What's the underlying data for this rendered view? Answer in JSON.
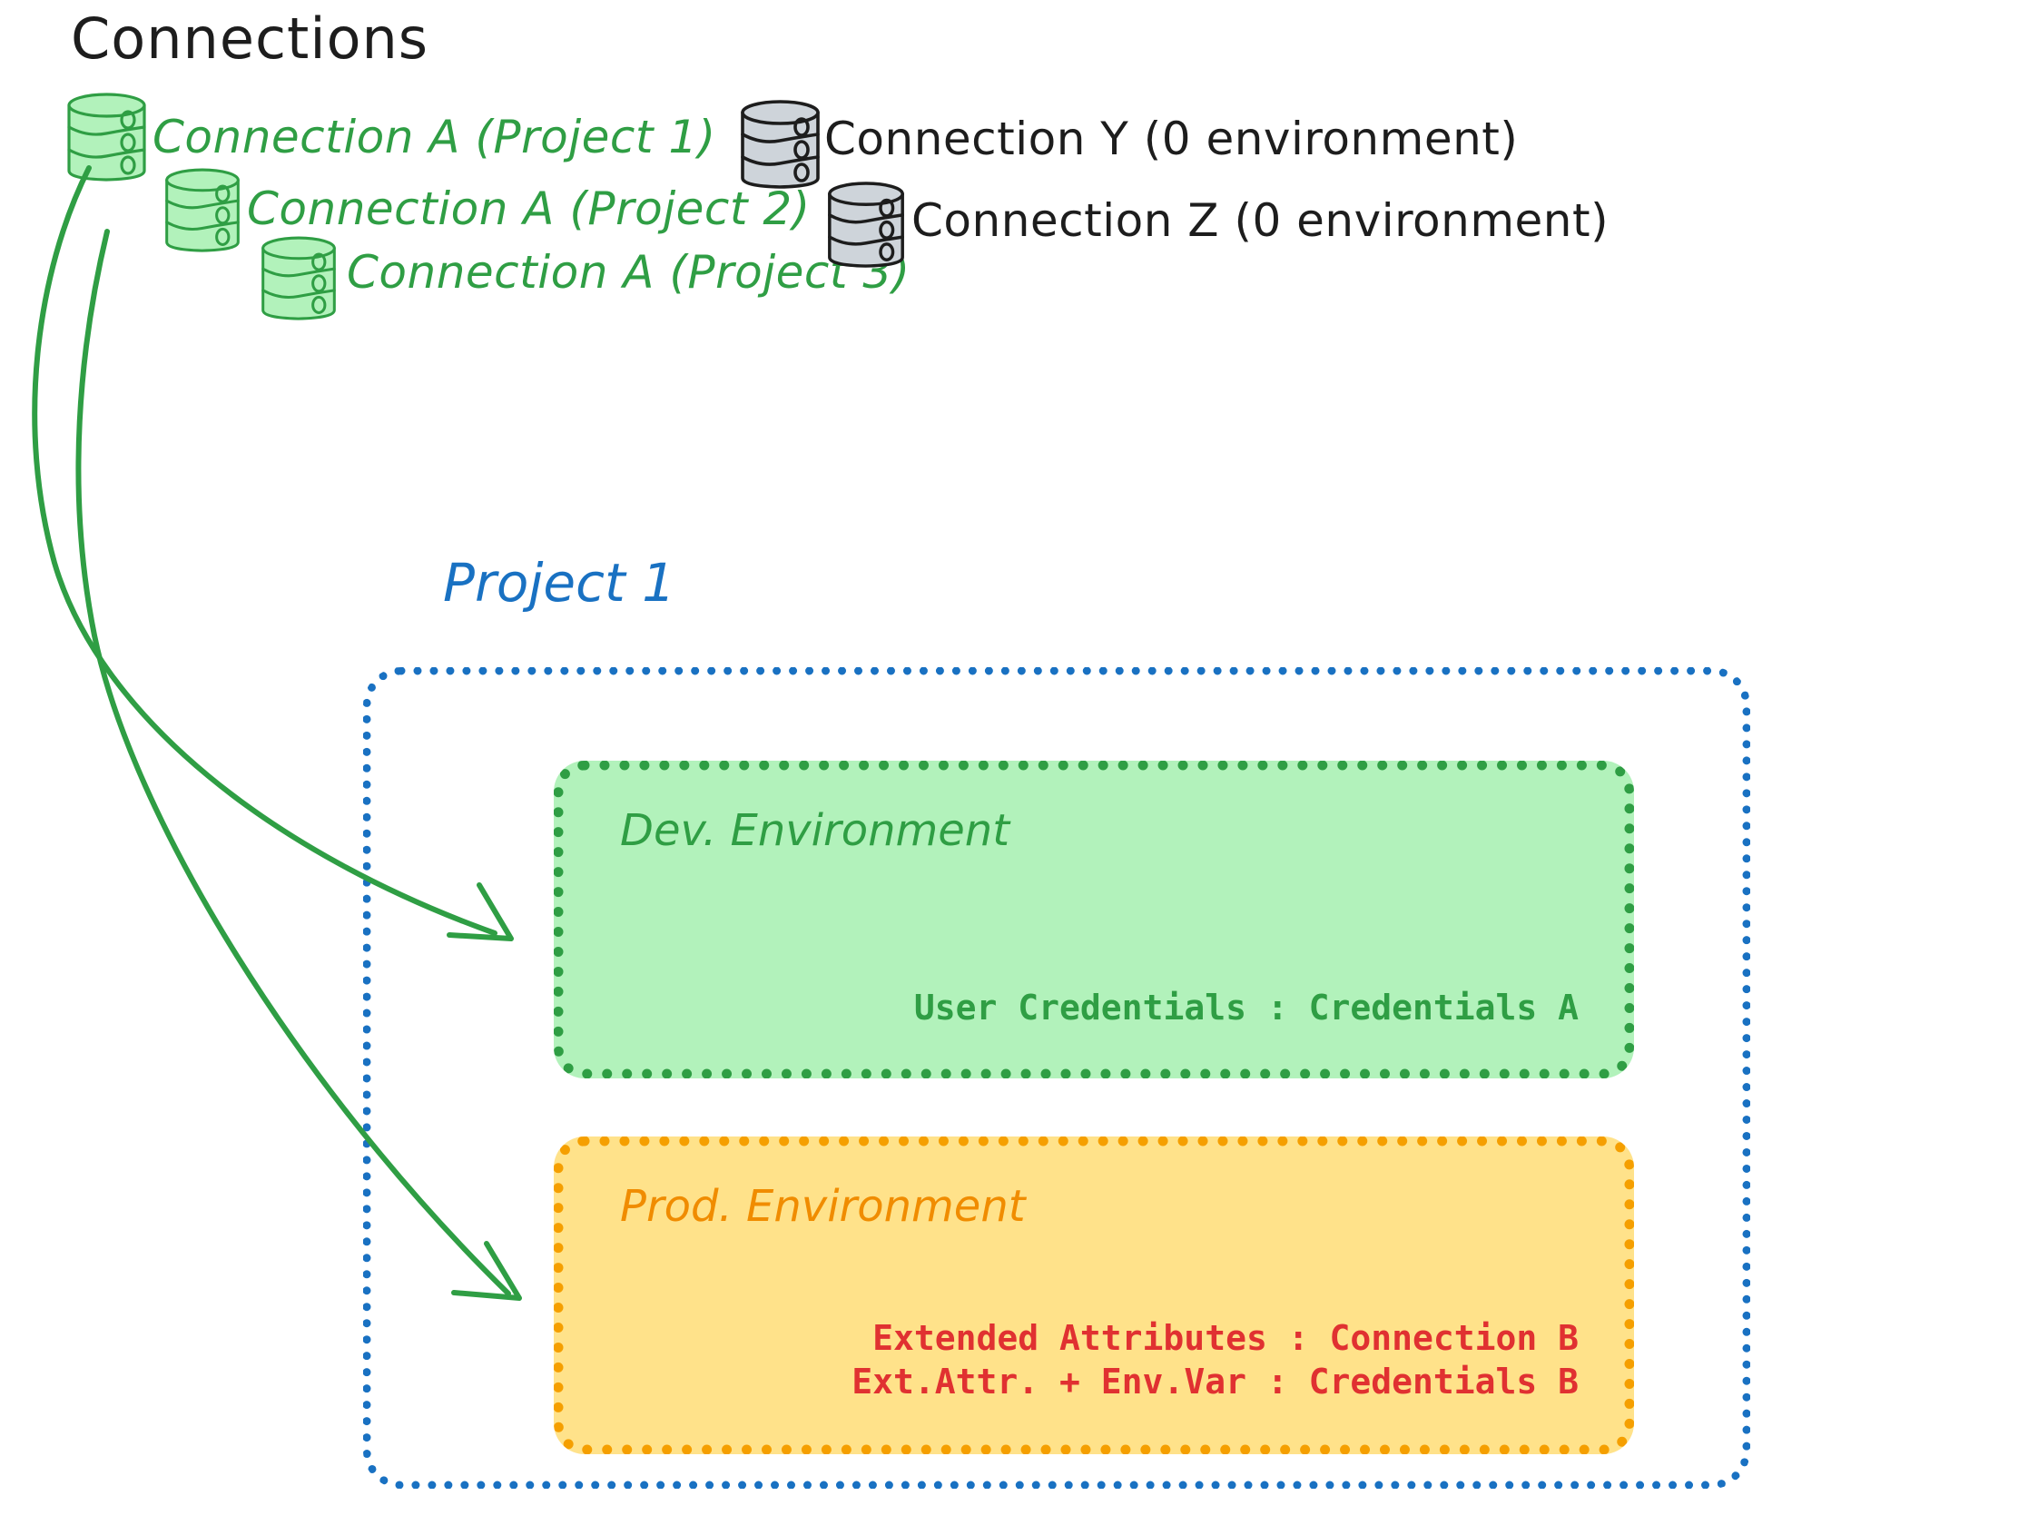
{
  "page": {
    "title": "Connections",
    "background_color": "#ffffff"
  },
  "colors": {
    "green_stroke": "#2f9e44",
    "green_fill": "#b2f2bb",
    "gray_stroke": "#1d1d1d",
    "gray_fill": "#ced4da",
    "blue": "#1971c2",
    "orange_stroke": "#f59f00",
    "orange_text": "#f08c00",
    "orange_fill": "#ffe28a",
    "red": "#e03131",
    "black": "#1d1d1d"
  },
  "connections": {
    "heading": "Connections",
    "green_items": [
      {
        "label": "Connection A (Project 1)",
        "icon": "database-cylinder-icon"
      },
      {
        "label": "Connection A (Project 2)",
        "icon": "database-cylinder-icon"
      },
      {
        "label": "Connection A (Project 3)",
        "icon": "database-cylinder-icon"
      }
    ],
    "gray_items": [
      {
        "label": "Connection Y (0 environment)",
        "icon": "database-cylinder-icon"
      },
      {
        "label": "Connection Z (0 environment)",
        "icon": "database-cylinder-icon"
      }
    ]
  },
  "project": {
    "title": "Project 1",
    "environments": [
      {
        "name": "Dev. Environment",
        "accent": "#2f9e44",
        "fill": "#b2f2bb",
        "details": [
          "User Credentials : Credentials A"
        ]
      },
      {
        "name": "Prod. Environment",
        "accent": "#f08c00",
        "fill": "#ffe28a",
        "details": [
          "Extended Attributes : Connection B",
          "Ext.Attr. + Env.Var : Credentials B"
        ]
      }
    ]
  },
  "arrows": [
    {
      "name": "arrow-connection-a-to-dev",
      "from": "Connection A (Project 1)",
      "to": "Dev. Environment"
    },
    {
      "name": "arrow-connection-a-to-prod",
      "from": "Connection A (Project 1)",
      "to": "Prod. Environment"
    }
  ]
}
